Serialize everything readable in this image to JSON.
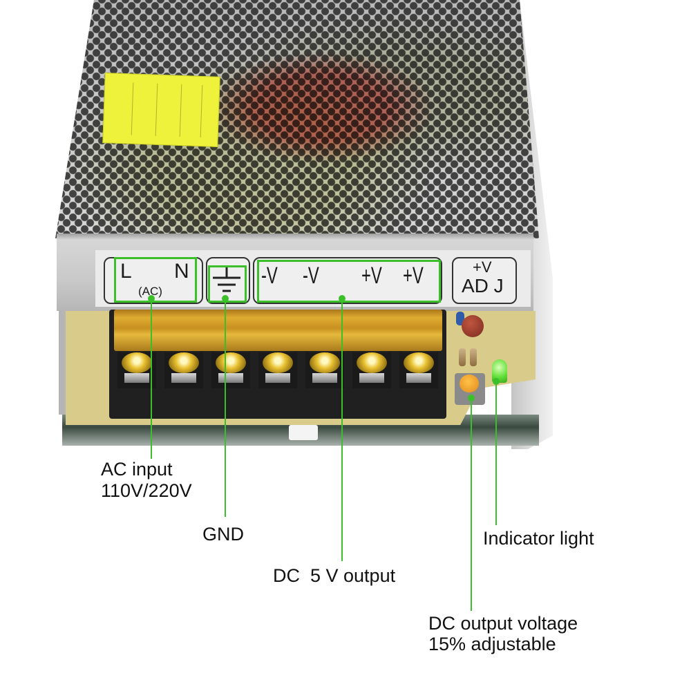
{
  "product": {
    "type": "switching power supply",
    "terminal_labels": {
      "ac": {
        "L": "L",
        "N": "N",
        "sub": "(AC)"
      },
      "gnd_symbol": "ground-symbol",
      "dc": [
        "-V",
        "-V",
        "+V",
        "+V"
      ],
      "adj": {
        "top": "+V",
        "bottom": "AD J"
      }
    },
    "terminal_count": 7
  },
  "callouts": [
    {
      "id": "ac-input",
      "lines": [
        "AC input",
        "110V/220V"
      ]
    },
    {
      "id": "gnd",
      "lines": [
        "GND"
      ]
    },
    {
      "id": "dc-output",
      "lines": [
        "DC  5 V output"
      ]
    },
    {
      "id": "indicator",
      "lines": [
        "Indicator light"
      ]
    },
    {
      "id": "adjust",
      "lines": [
        "DC output voltage",
        "15% adjustable"
      ]
    }
  ],
  "colors": {
    "callout_line": "#3cc02a",
    "text": "#111111",
    "background": "#ffffff"
  }
}
